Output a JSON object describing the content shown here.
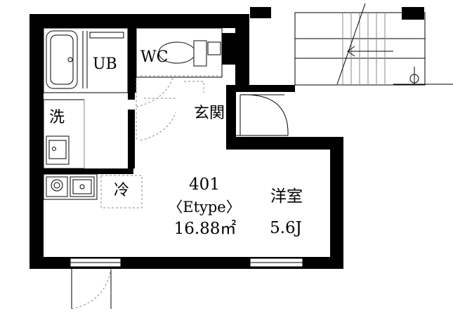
{
  "rooms": {
    "bath": "UB",
    "toilet": "WC",
    "washroom": "洗",
    "entrance": "玄関",
    "fridge": "冷",
    "western_room": "洋室",
    "western_room_size": "5.6J"
  },
  "unit": {
    "number": "401",
    "type": "〈Etype〉",
    "area": "16.88㎡"
  }
}
